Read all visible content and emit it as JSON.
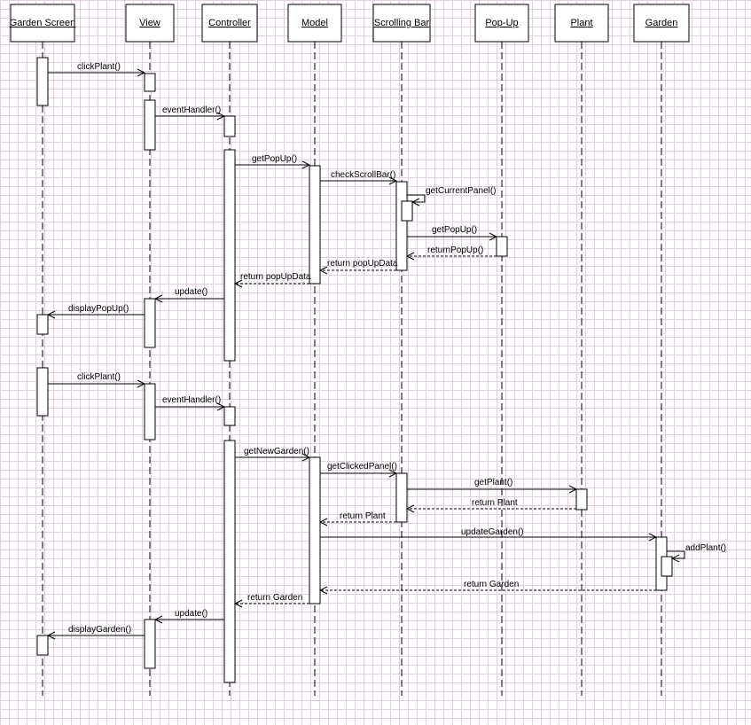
{
  "participants": [
    {
      "id": "garden-screen",
      "label": "Garden Screen"
    },
    {
      "id": "view",
      "label": "View"
    },
    {
      "id": "controller",
      "label": "Controller"
    },
    {
      "id": "model",
      "label": "Model"
    },
    {
      "id": "scrolling-bar",
      "label": "Scrolling Bar"
    },
    {
      "id": "pop-up",
      "label": "Pop-Up"
    },
    {
      "id": "plant",
      "label": "Plant"
    },
    {
      "id": "garden",
      "label": "Garden"
    }
  ],
  "messages": [
    {
      "from": "garden-screen",
      "to": "view",
      "label": "clickPlant()",
      "kind": "call"
    },
    {
      "from": "view",
      "to": "controller",
      "label": "eventHandler()",
      "kind": "call"
    },
    {
      "from": "controller",
      "to": "model",
      "label": "getPopUp()",
      "kind": "call"
    },
    {
      "from": "model",
      "to": "scrolling-bar",
      "label": "checkScrollBar()",
      "kind": "call"
    },
    {
      "from": "scrolling-bar",
      "to": "scrolling-bar",
      "label": "getCurrentPanel()",
      "kind": "self"
    },
    {
      "from": "scrolling-bar",
      "to": "pop-up",
      "label": "getPopUp()",
      "kind": "call"
    },
    {
      "from": "pop-up",
      "to": "scrolling-bar",
      "label": "returnPopUp()",
      "kind": "return"
    },
    {
      "from": "scrolling-bar",
      "to": "model",
      "label": "return popUpData",
      "kind": "return"
    },
    {
      "from": "model",
      "to": "controller",
      "label": "return popUpData",
      "kind": "return"
    },
    {
      "from": "controller",
      "to": "view",
      "label": "update()",
      "kind": "call"
    },
    {
      "from": "view",
      "to": "garden-screen",
      "label": "displayPopUp()",
      "kind": "call"
    },
    {
      "from": "garden-screen",
      "to": "view",
      "label": "clickPlant()",
      "kind": "call"
    },
    {
      "from": "view",
      "to": "controller",
      "label": "eventHandler()",
      "kind": "call"
    },
    {
      "from": "controller",
      "to": "model",
      "label": "getNewGarden()",
      "kind": "call"
    },
    {
      "from": "model",
      "to": "scrolling-bar",
      "label": "getClickedPanel()",
      "kind": "call"
    },
    {
      "from": "scrolling-bar",
      "to": "plant",
      "label": "getPlant()",
      "kind": "call"
    },
    {
      "from": "plant",
      "to": "scrolling-bar",
      "label": "return Plant",
      "kind": "return"
    },
    {
      "from": "scrolling-bar",
      "to": "model",
      "label": "return Plant",
      "kind": "return"
    },
    {
      "from": "model",
      "to": "garden",
      "label": "updateGarden()",
      "kind": "call"
    },
    {
      "from": "garden",
      "to": "garden",
      "label": "addPlant()",
      "kind": "self"
    },
    {
      "from": "garden",
      "to": "model",
      "label": "return Garden",
      "kind": "return"
    },
    {
      "from": "model",
      "to": "controller",
      "label": "return Garden",
      "kind": "return"
    },
    {
      "from": "controller",
      "to": "view",
      "label": "update()",
      "kind": "call"
    },
    {
      "from": "view",
      "to": "garden-screen",
      "label": "displayGarden()",
      "kind": "call"
    }
  ]
}
